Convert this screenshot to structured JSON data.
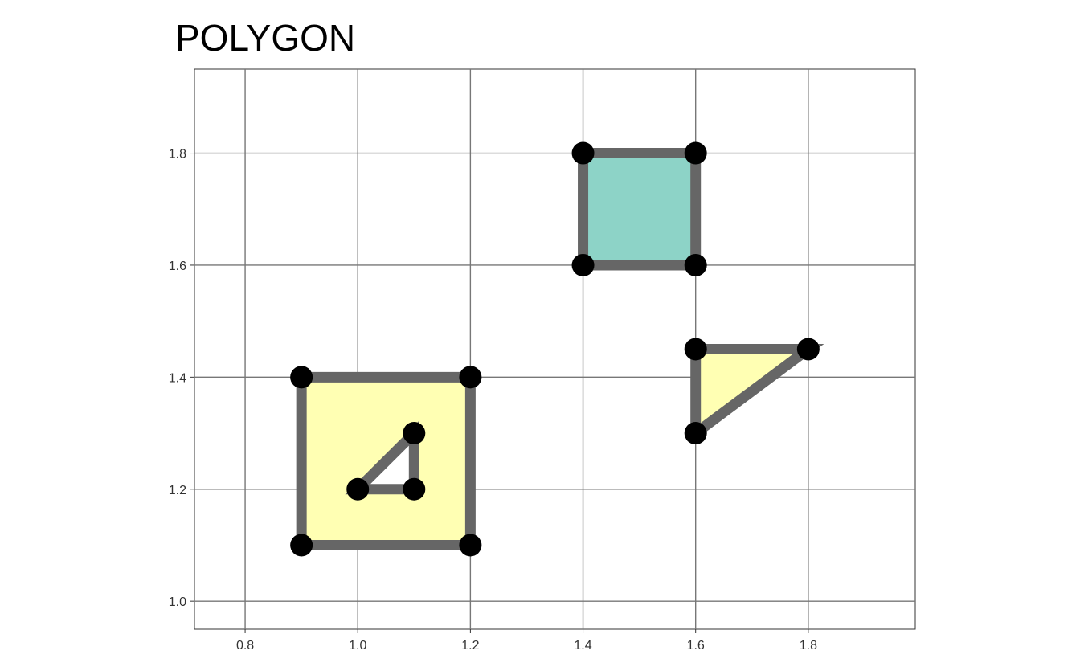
{
  "chart_data": {
    "type": "polygon",
    "title": "POLYGON",
    "xlabel": "",
    "ylabel": "",
    "xlim": [
      0.71,
      1.99
    ],
    "ylim": [
      0.95,
      1.95
    ],
    "xticks": [
      0.8,
      1.0,
      1.2,
      1.4,
      1.6,
      1.8
    ],
    "yticks": [
      1.0,
      1.2,
      1.4,
      1.6,
      1.8
    ],
    "xtick_labels": [
      "0.8",
      "1.0",
      "1.2",
      "1.4",
      "1.6",
      "1.8"
    ],
    "ytick_labels": [
      "1.0",
      "1.2",
      "1.4",
      "1.6",
      "1.8"
    ],
    "grid": true,
    "outline_color": "#666666",
    "vertex_color": "#000000",
    "polygons": [
      {
        "fill": "#ffffb3",
        "outer": [
          [
            0.9,
            1.1
          ],
          [
            1.2,
            1.1
          ],
          [
            1.2,
            1.4
          ],
          [
            0.9,
            1.4
          ]
        ],
        "holes": [
          [
            [
              1.0,
              1.2
            ],
            [
              1.1,
              1.2
            ],
            [
              1.1,
              1.3
            ]
          ]
        ]
      },
      {
        "fill": "#8dd3c7",
        "outer": [
          [
            1.4,
            1.6
          ],
          [
            1.6,
            1.6
          ],
          [
            1.6,
            1.8
          ],
          [
            1.4,
            1.8
          ]
        ],
        "holes": []
      },
      {
        "fill": "#ffffb3",
        "outer": [
          [
            1.6,
            1.3
          ],
          [
            1.8,
            1.45
          ],
          [
            1.6,
            1.45
          ]
        ],
        "holes": []
      }
    ]
  }
}
